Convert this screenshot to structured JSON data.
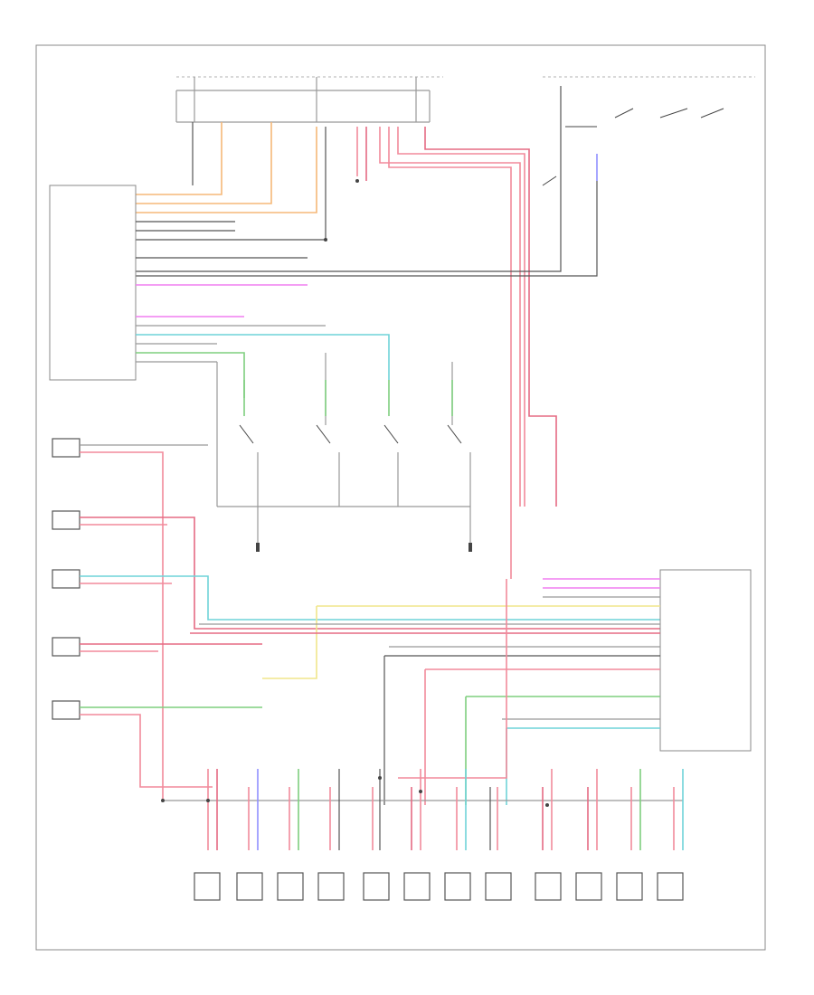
{
  "page_label": "",
  "colors": {
    "red": "#f28a9b",
    "orange": "#f5b878",
    "green": "#7fcf7f",
    "cyan": "#6fd3d8",
    "violet": "#f17ff0",
    "yellow": "#f0e68c",
    "blue": "#8f8fff"
  },
  "icons": [
    "fuel-injector-icon",
    "switch-contact-icon",
    "sensor-box-icon",
    "splice-dot-icon"
  ],
  "injector_groups": [
    {
      "count": 4
    },
    {
      "count": 4
    },
    {
      "count": 4
    }
  ],
  "sensors": [
    {
      "count": 5
    }
  ],
  "relay_switches": [
    {
      "count": 4
    }
  ]
}
